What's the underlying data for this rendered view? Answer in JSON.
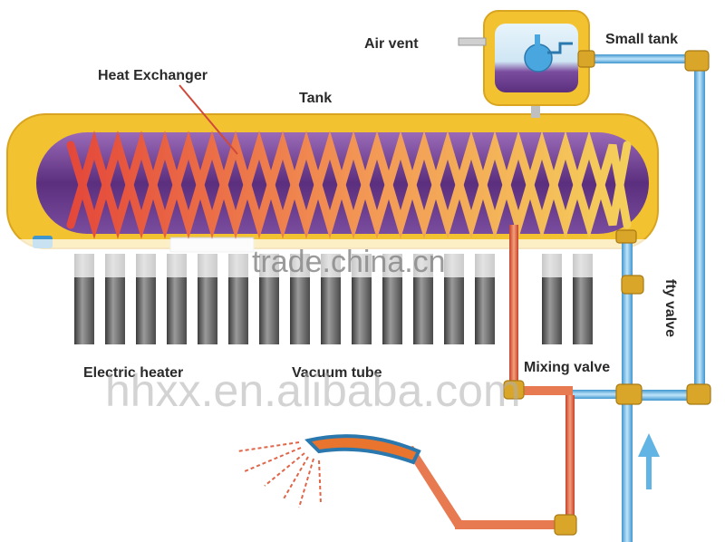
{
  "labels": {
    "air_vent": "Air vent",
    "small_tank": "Small tank",
    "heat_exchanger": "Heat Exchanger",
    "tank": "Tank",
    "safety_valve": "fty valve",
    "electric_heater": "Electric heater",
    "vacuum_tube": "Vacuum tube",
    "mixing_valve": "Mixing valve"
  },
  "watermarks": {
    "trade": "trade.china.cn",
    "alibaba": "hhxx.en.alibaba.com"
  },
  "colors": {
    "tank_shell": "#f2c230",
    "tank_inner": "#6a3d8c",
    "hot_pipe": "#e7683c",
    "cold_pipe": "#62b4e4",
    "brass_fitting": "#d9a62a",
    "vacuum_tube": "#6e6e6e"
  }
}
